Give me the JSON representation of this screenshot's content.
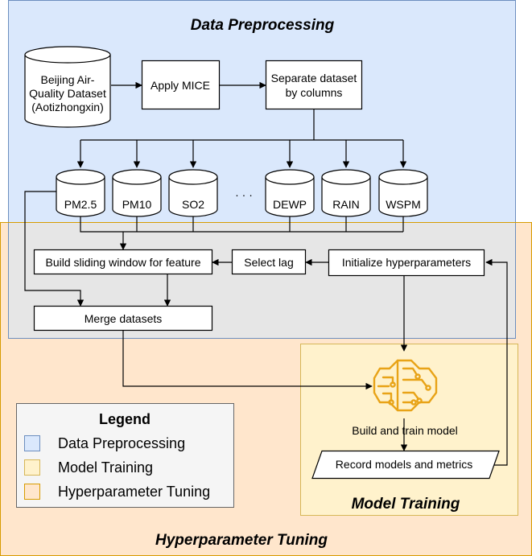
{
  "regions": {
    "preprocessing": {
      "title": "Data Preprocessing"
    },
    "tuning": {
      "title": "Hyperparameter Tuning"
    },
    "training": {
      "title": "Model Training"
    }
  },
  "nodes": {
    "dataset": [
      "Beijing Air-",
      "Quality Dataset",
      "(Aotizhongxin)"
    ],
    "mice": "Apply MICE",
    "separate": [
      "Separate dataset",
      "by columns"
    ],
    "sliding": "Build sliding window for feature",
    "lag": "Select lag",
    "init": "Initialize hyperparameters",
    "merge": "Merge datasets",
    "build": "Build and train model",
    "record": "Record models and metrics"
  },
  "columns": [
    "PM2.5",
    "PM10",
    "SO2",
    "DEWP",
    "RAIN",
    "WSPM"
  ],
  "ellipsis": "· · ·",
  "legend": {
    "title": "Legend",
    "items": [
      {
        "label": "Data Preprocessing",
        "fill": "#dae8fc",
        "stroke": "#6c8ebf"
      },
      {
        "label": "Model Training",
        "fill": "#fff2cc",
        "stroke": "#d6b656"
      },
      {
        "label": "Hyperparameter Tuning",
        "fill": "#ffe6cc",
        "stroke": "#d79b00"
      }
    ]
  },
  "colors": {
    "preprocessing_fill": "#dae8fc",
    "preprocessing_stroke": "#6c8ebf",
    "tuning_fill": "#ffe6cc",
    "tuning_stroke": "#d79b00",
    "overlap_fill": "#e6e6e6",
    "training_fill": "#fff2cc",
    "training_stroke": "#d6b656",
    "model_icon": "#e8a317",
    "legend_fill": "#f5f5f5"
  },
  "icons": {
    "model": "brain-circuit-icon"
  }
}
